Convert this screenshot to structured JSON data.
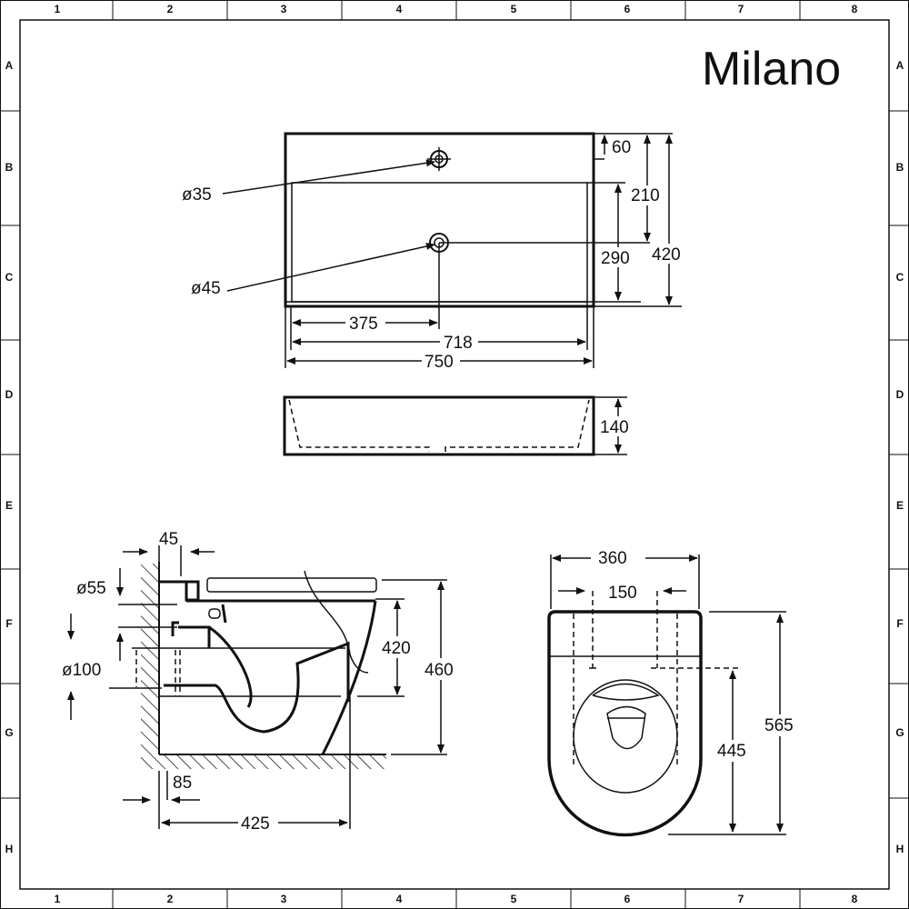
{
  "brand": "Milano",
  "grid": {
    "columns": [
      "1",
      "2",
      "3",
      "4",
      "5",
      "6",
      "7",
      "8"
    ],
    "rows": [
      "A",
      "B",
      "C",
      "D",
      "E",
      "F",
      "G",
      "H"
    ]
  },
  "basin_plan": {
    "hole_small": "ø35",
    "hole_large": "ø45",
    "d60": "60",
    "d210": "210",
    "d290": "290",
    "d420": "420",
    "d375": "375",
    "d718": "718",
    "d750": "750"
  },
  "basin_side": {
    "d140": "140"
  },
  "toilet_side": {
    "d45": "45",
    "d55": "ø55",
    "d100": "ø100",
    "d420": "420",
    "d460": "460",
    "d85": "85",
    "d425": "425"
  },
  "toilet_top": {
    "d360": "360",
    "d150": "150",
    "d445": "445",
    "d565": "565"
  }
}
